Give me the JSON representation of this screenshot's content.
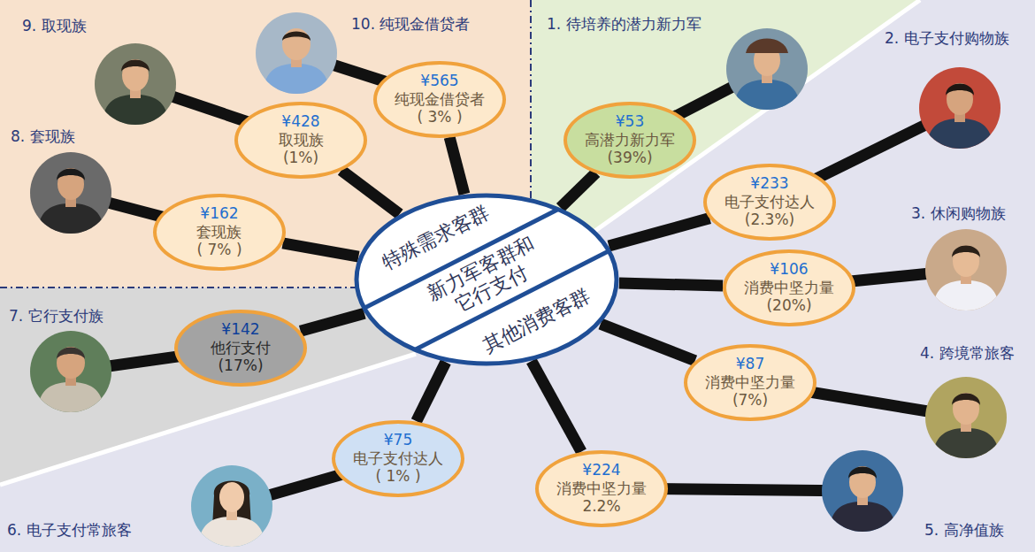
{
  "diagram": {
    "nodes": [
      {
        "text": [
          "特殊需求客群",
          "新力军客群和 它行支付",
          "其他消费客群"
        ]
      },
      {
        "text": [
          "¥53",
          "高潜力新力军",
          "(39%)"
        ]
      },
      {
        "text": [
          "¥233",
          "电子支付达人",
          "(2.3%)"
        ]
      },
      {
        "text": [
          "¥106",
          "消费中坚力量",
          "(20%)"
        ]
      },
      {
        "text": [
          "¥87",
          "消费中坚力量",
          "(7%)"
        ]
      },
      {
        "text": [
          "¥224",
          "消费中坚力量",
          "2.2%"
        ]
      },
      {
        "text": [
          "¥75",
          "电子支付达人",
          "( 1% )"
        ]
      },
      {
        "text": [
          "¥142",
          "他行支付",
          "(17%)"
        ]
      },
      {
        "text": [
          "¥162",
          "套现族",
          "( 7% )"
        ]
      },
      {
        "text": [
          "¥428",
          "取现族",
          "(1%)"
        ]
      },
      {
        "text": [
          "¥565",
          "纯现金借贷者",
          "( 3% )"
        ]
      }
    ],
    "edges": [
      {
        "from": 0,
        "to": 1,
        "arrow": "none"
      },
      {
        "from": 0,
        "to": 2,
        "arrow": "none"
      },
      {
        "from": 0,
        "to": 3,
        "arrow": "none"
      },
      {
        "from": 0,
        "to": 4,
        "arrow": "none"
      },
      {
        "from": 0,
        "to": 5,
        "arrow": "none"
      },
      {
        "from": 0,
        "to": 6,
        "arrow": "none"
      },
      {
        "from": 0,
        "to": 7,
        "arrow": "none"
      },
      {
        "from": 0,
        "to": 8,
        "arrow": "none"
      },
      {
        "from": 0,
        "to": 9,
        "arrow": "none"
      },
      {
        "from": 0,
        "to": 10,
        "arrow": "none"
      }
    ],
    "labels": [
      "1. 待培养的潜力新力军",
      "2. 电子支付购物族",
      "3. 休闲购物族",
      "4. 跨境常旅客",
      "5. 高净值族",
      "6. 电子支付常旅客",
      "7. 它行支付族",
      "8. 套现族",
      "9. 取现族",
      "10. 纯现金借贷者"
    ]
  }
}
